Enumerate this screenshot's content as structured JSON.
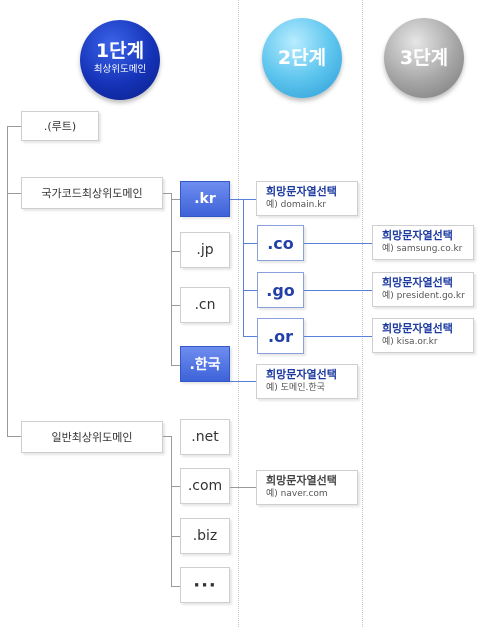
{
  "stages": [
    {
      "label": "1단계",
      "sub": "최상위도메인"
    },
    {
      "label": "2단계"
    },
    {
      "label": "3단계"
    }
  ],
  "root_nodes": [
    ".(루트)",
    "국가코드최상위도메인",
    "일반최상위도메인"
  ],
  "country_tlds": [
    ".kr",
    ".jp",
    ".cn",
    ".한국"
  ],
  "generic_tlds": [
    ".net",
    ".com",
    ".biz",
    "···"
  ],
  "kr_second_level": [
    ".co",
    ".go",
    ".or"
  ],
  "selection_boxes": {
    "kr": {
      "title": "희망문자열선택",
      "example": "예) domain.kr"
    },
    "hangul": {
      "title": "희망문자열선택",
      "example": "예) 도메인.한국"
    },
    "com": {
      "title": "희망문자열선택",
      "example": "예) naver.com"
    },
    "co": {
      "title": "희망문자열선택",
      "example": "예) samsung.co.kr"
    },
    "go": {
      "title": "희망문자열선택",
      "example": "예) president.go.kr"
    },
    "or": {
      "title": "희망문자열선택",
      "example": "예) kisa.or.kr"
    }
  }
}
